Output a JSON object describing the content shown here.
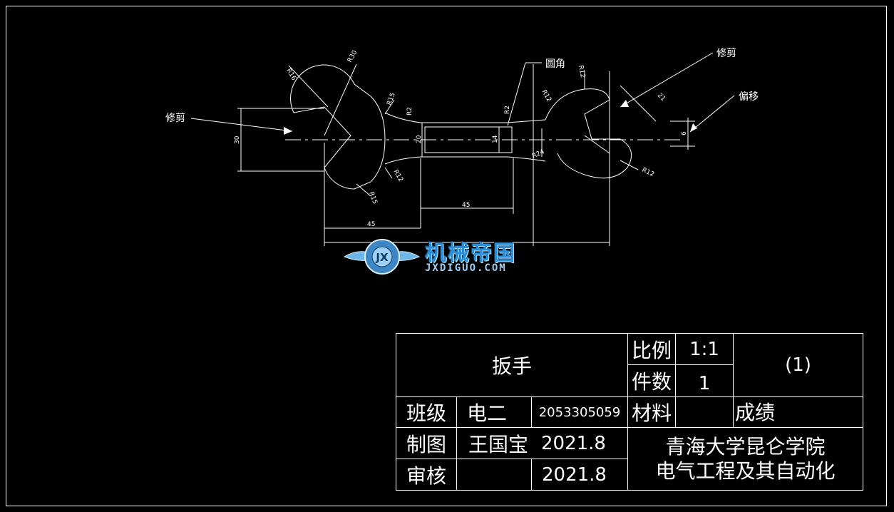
{
  "drawing": {
    "dimensions": {
      "r16": "R16",
      "r30": "R30",
      "r15_top": "R15",
      "r2_left": "R2",
      "r2_right": "R2",
      "r12_top_right": "R12",
      "r12_arc": "R12",
      "r24": "R24",
      "r12_bottom_right": "R12",
      "r12_left_bottom": "R12",
      "r15_bottom": "R15",
      "d30": "30",
      "d20": "20",
      "d14": "14",
      "d21": "21",
      "d6": "6",
      "d45_inner": "45",
      "d45_left": "45"
    },
    "callouts": {
      "trim_left": "修剪",
      "fillet": "圆角",
      "trim_right": "修剪",
      "offset": "偏移"
    }
  },
  "watermark": {
    "title": "机械帝国",
    "url": "JXDIGUO.COM",
    "logo_letters": "JX"
  },
  "title_block": {
    "part_name": "扳手",
    "scale_label": "比例",
    "scale_value": "1:1",
    "drawing_no": "(1)",
    "qty_label": "件数",
    "qty_value": "1",
    "class_label": "班级",
    "class_value": "电二",
    "student_id": "2053305059",
    "material_label": "材料",
    "material_value": "",
    "grade_label": "成绩",
    "drawn_label": "制图",
    "drawn_by": "王国宝",
    "drawn_date": "2021.8",
    "check_label": "审核",
    "checked_by": "",
    "check_date": "2021.8",
    "school_line1": "青海大学昆仑学院",
    "school_line2": "电气工程及其自动化"
  }
}
